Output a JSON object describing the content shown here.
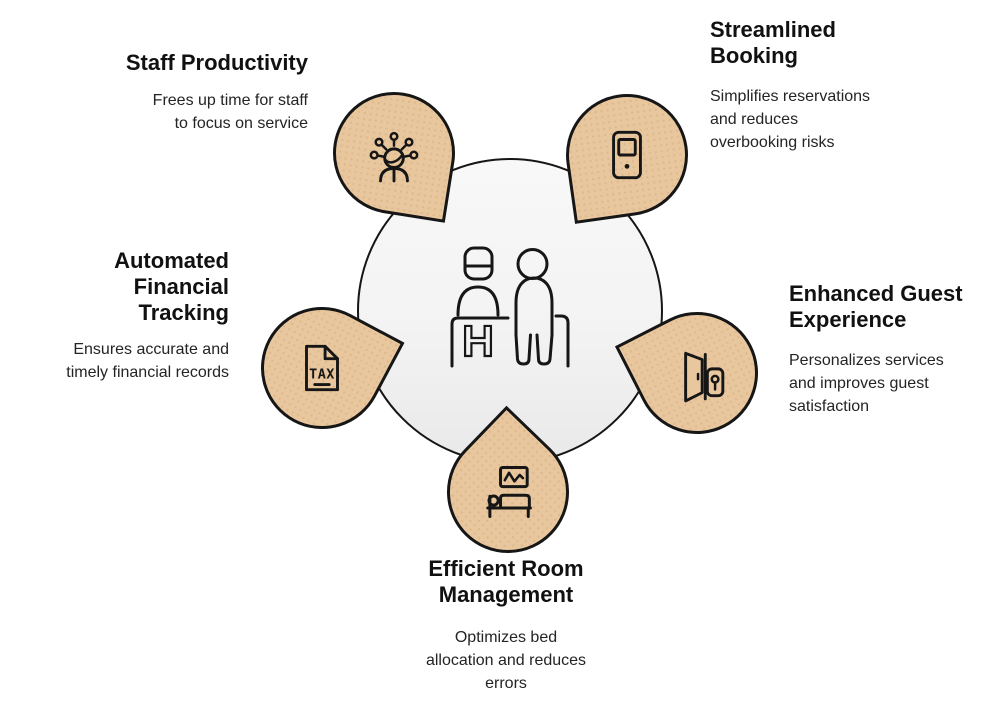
{
  "diagram": {
    "subject": "hotel-management-benefits",
    "center": {
      "icon": "reception-desk-icon",
      "sign_text": "H"
    },
    "petals": [
      {
        "id": "staff-productivity",
        "title": "Staff Productivity",
        "description": "Frees up time for staff\nto focus on service",
        "icon": "person-radiating-tasks-icon"
      },
      {
        "id": "streamlined-booking",
        "title": "Streamlined\nBooking",
        "description": "Simplifies reservations\nand reduces\noverbooking risks",
        "icon": "tablet-icon"
      },
      {
        "id": "automated-financial-tracking",
        "title": "Automated\nFinancial\nTracking",
        "description": "Ensures accurate and\ntimely financial records",
        "icon": "tax-document-icon",
        "icon_text": "TAX"
      },
      {
        "id": "enhanced-guest-experience",
        "title": "Enhanced Guest\nExperience",
        "description": "Personalizes services\nand improves guest\nsatisfaction",
        "icon": "door-keycard-icon"
      },
      {
        "id": "efficient-room-management",
        "title": "Efficient Room\nManagement",
        "description": "Optimizes bed\nallocation and reduces\nerrors",
        "icon": "bed-icon"
      }
    ],
    "colors": {
      "petal_fill": "#e9c79e",
      "petal_dot": "#ddb98c",
      "outline": "#161616",
      "center_fill_top": "#f8f8f8",
      "center_fill_bottom": "#e9e9e9",
      "title_color": "#111111",
      "body_color": "#242424",
      "background": "#ffffff"
    }
  }
}
